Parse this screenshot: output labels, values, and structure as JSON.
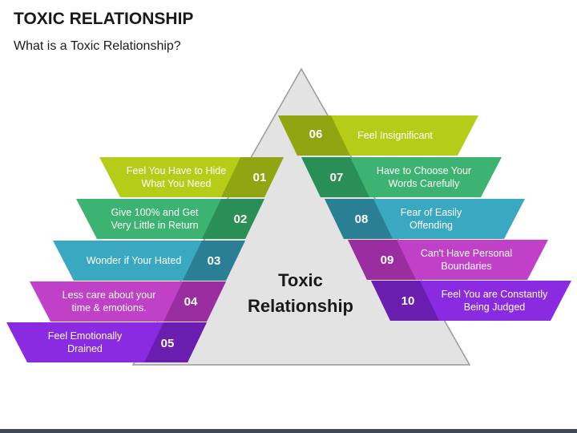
{
  "header": {
    "title": "TOXIC RELATIONSHIP",
    "subtitle": "What is a Toxic Relationship?"
  },
  "center": {
    "line1": "Toxic",
    "line2": "Relationship"
  },
  "items": [
    {
      "num": "01",
      "label_line1": "Feel You Have to Hide",
      "label_line2": "What You Need",
      "color": "#b5cc18"
    },
    {
      "num": "02",
      "label_line1": "Give 100% and Get",
      "label_line2": "Very Little in Return",
      "color": "#3cb371"
    },
    {
      "num": "03",
      "label_line1": "Wonder if Your Hated",
      "label_line2": "",
      "color": "#3aa8c1"
    },
    {
      "num": "04",
      "label_line1": "Less care about your",
      "label_line2": "time & emotions.",
      "color": "#c040c8"
    },
    {
      "num": "05",
      "label_line1": "Feel Emotionally",
      "label_line2": "Drained",
      "color": "#8a2be2"
    },
    {
      "num": "06",
      "label_line1": "Feel Insignificant",
      "label_line2": "",
      "color": "#b5cc18"
    },
    {
      "num": "07",
      "label_line1": "Have to Choose Your",
      "label_line2": "Words Carefully",
      "color": "#3cb371"
    },
    {
      "num": "08",
      "label_line1": "Fear of Easily",
      "label_line2": "Offending",
      "color": "#3aa8c1"
    },
    {
      "num": "09",
      "label_line1": "Can't Have Personal",
      "label_line2": "Boundaries",
      "color": "#c040c8"
    },
    {
      "num": "10",
      "label_line1": "Feel You are Constantly",
      "label_line2": "Being Judged",
      "color": "#8a2be2"
    }
  ]
}
